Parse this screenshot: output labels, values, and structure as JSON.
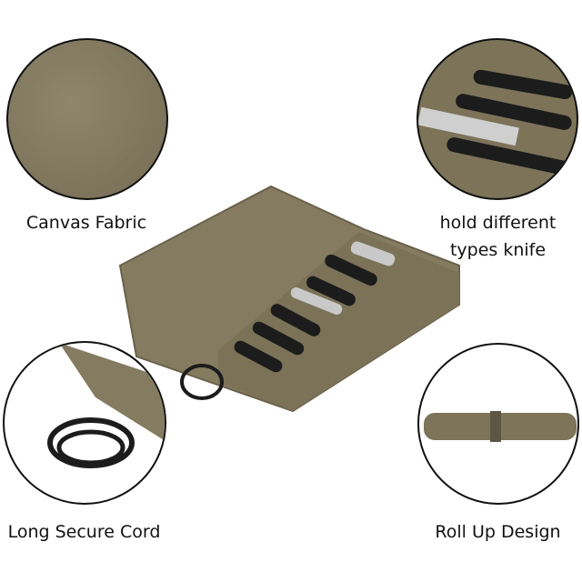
{
  "features": [
    {
      "label": "Canvas Fabric"
    },
    {
      "label_line1": "hold different",
      "label_line2": "types knife"
    },
    {
      "label": "Long Secure Cord"
    },
    {
      "label": "Roll Up Design"
    }
  ],
  "colors": {
    "canvas": "#8a8065",
    "canvas_dark": "#6f6650",
    "handle": "#1c1c1c",
    "blade": "#c9c9c9"
  }
}
